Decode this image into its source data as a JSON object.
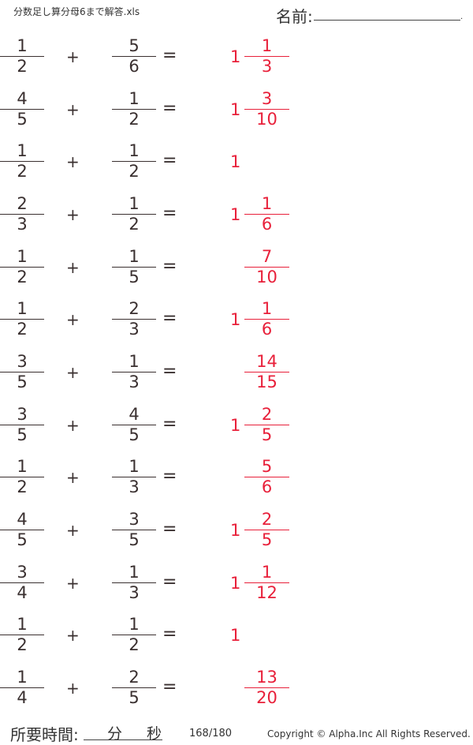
{
  "header": {
    "file_title": "分数足し算分母6まで解答.xls",
    "name_label": "名前:",
    "name_end": "."
  },
  "problems": [
    {
      "a": {
        "num": "1",
        "den": "2"
      },
      "op": "+",
      "b": {
        "num": "5",
        "den": "6"
      },
      "eq": "=",
      "answer": {
        "whole": "1",
        "num": "1",
        "den": "3"
      }
    },
    {
      "a": {
        "num": "4",
        "den": "5"
      },
      "op": "+",
      "b": {
        "num": "1",
        "den": "2"
      },
      "eq": "=",
      "answer": {
        "whole": "1",
        "num": "3",
        "den": "10"
      }
    },
    {
      "a": {
        "num": "1",
        "den": "2"
      },
      "op": "+",
      "b": {
        "num": "1",
        "den": "2"
      },
      "eq": "=",
      "answer": {
        "whole": "1",
        "num": "",
        "den": ""
      }
    },
    {
      "a": {
        "num": "2",
        "den": "3"
      },
      "op": "+",
      "b": {
        "num": "1",
        "den": "2"
      },
      "eq": "=",
      "answer": {
        "whole": "1",
        "num": "1",
        "den": "6"
      }
    },
    {
      "a": {
        "num": "1",
        "den": "2"
      },
      "op": "+",
      "b": {
        "num": "1",
        "den": "5"
      },
      "eq": "=",
      "answer": {
        "whole": "",
        "num": "7",
        "den": "10"
      }
    },
    {
      "a": {
        "num": "1",
        "den": "2"
      },
      "op": "+",
      "b": {
        "num": "2",
        "den": "3"
      },
      "eq": "=",
      "answer": {
        "whole": "1",
        "num": "1",
        "den": "6"
      }
    },
    {
      "a": {
        "num": "3",
        "den": "5"
      },
      "op": "+",
      "b": {
        "num": "1",
        "den": "3"
      },
      "eq": "=",
      "answer": {
        "whole": "",
        "num": "14",
        "den": "15"
      }
    },
    {
      "a": {
        "num": "3",
        "den": "5"
      },
      "op": "+",
      "b": {
        "num": "4",
        "den": "5"
      },
      "eq": "=",
      "answer": {
        "whole": "1",
        "num": "2",
        "den": "5"
      }
    },
    {
      "a": {
        "num": "1",
        "den": "2"
      },
      "op": "+",
      "b": {
        "num": "1",
        "den": "3"
      },
      "eq": "=",
      "answer": {
        "whole": "",
        "num": "5",
        "den": "6"
      }
    },
    {
      "a": {
        "num": "4",
        "den": "5"
      },
      "op": "+",
      "b": {
        "num": "3",
        "den": "5"
      },
      "eq": "=",
      "answer": {
        "whole": "1",
        "num": "2",
        "den": "5"
      }
    },
    {
      "a": {
        "num": "3",
        "den": "4"
      },
      "op": "+",
      "b": {
        "num": "1",
        "den": "3"
      },
      "eq": "=",
      "answer": {
        "whole": "1",
        "num": "1",
        "den": "12"
      }
    },
    {
      "a": {
        "num": "1",
        "den": "2"
      },
      "op": "+",
      "b": {
        "num": "1",
        "den": "2"
      },
      "eq": "=",
      "answer": {
        "whole": "1",
        "num": "",
        "den": ""
      }
    },
    {
      "a": {
        "num": "1",
        "den": "4"
      },
      "op": "+",
      "b": {
        "num": "2",
        "den": "5"
      },
      "eq": "=",
      "answer": {
        "whole": "",
        "num": "13",
        "den": "20"
      }
    }
  ],
  "footer": {
    "time_label": "所要時間:",
    "minutes_label": "分",
    "seconds_label": "秒",
    "page": "168/180",
    "copyright": "Copyright ©  Alpha.Inc All Rights Reserved."
  },
  "colors": {
    "text": "#3a3030",
    "answer": "#e8203a"
  }
}
